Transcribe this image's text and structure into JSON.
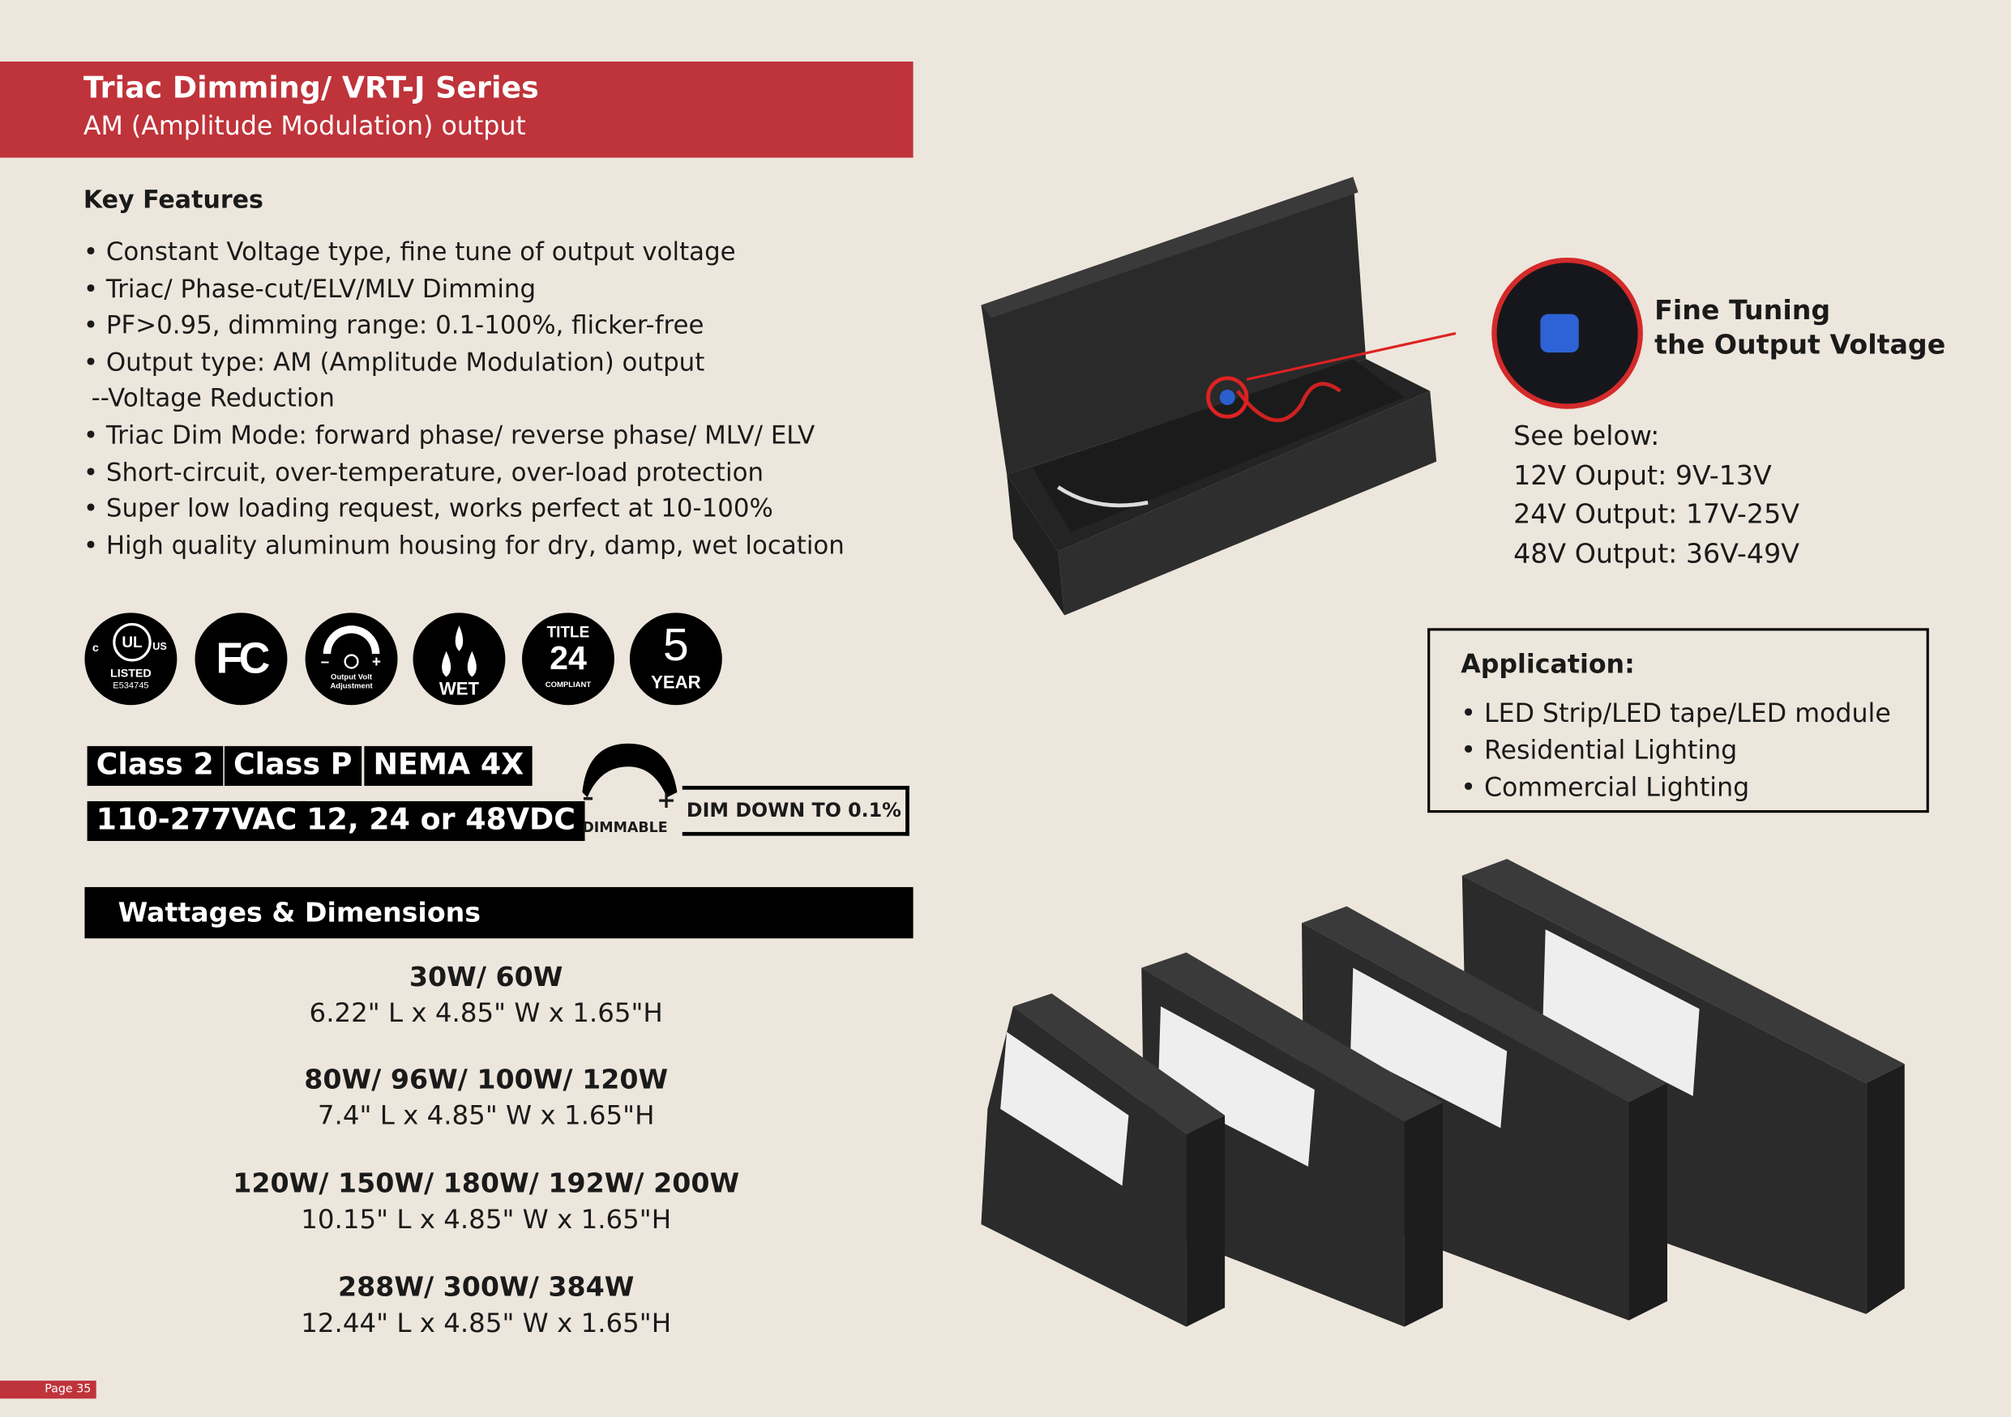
{
  "header": {
    "title": "Triac Dimming/ VRT-J Series",
    "subtitle": "AM (Amplitude Modulation) output"
  },
  "key_features": {
    "heading": "Key Features",
    "items": [
      "• Constant Voltage type, fine tune of output voltage",
      "• Triac/ Phase-cut/ELV/MLV Dimming",
      "• PF>0.95, dimming range: 0.1-100%, flicker-free",
      "• Output type: AM (Amplitude Modulation) output",
      " --Voltage Reduction",
      "• Triac Dim Mode: forward phase/ reverse phase/ MLV/ ELV",
      "• Short-circuit, over-temperature, over-load protection",
      "• Super low loading request, works perfect at 10-100%",
      "• High quality aluminum housing for dry, damp, wet location"
    ]
  },
  "certifications": {
    "ul": {
      "c": "c",
      "us": "US",
      "listed": "LISTED",
      "number": "E534745"
    },
    "fcc": "FC",
    "output_adj": {
      "label1": "Output Volt",
      "label2": "Adjustment"
    },
    "wet": "WET",
    "title24": {
      "top": "TITLE",
      "num": "24",
      "bottom": "COMPLIANT"
    },
    "warranty": {
      "num": "5",
      "label": "YEAR"
    }
  },
  "badges": [
    "Class 2",
    "Class P",
    "NEMA 4X",
    "110-277VAC",
    "12, 24 or 48VDC"
  ],
  "dimmable": {
    "label": "DIMMABLE",
    "minus": "–",
    "plus": "+",
    "dim_down": "DIM DOWN TO 0.1%"
  },
  "wattages": {
    "heading": "Wattages & Dimensions",
    "groups": [
      {
        "watts": "30W/ 60W",
        "dims": "6.22\" L x 4.85\" W x 1.65\"H"
      },
      {
        "watts": "80W/ 96W/ 100W/ 120W",
        "dims": "7.4\" L x 4.85\" W x 1.65\"H"
      },
      {
        "watts": "120W/ 150W/ 180W/ 192W/ 200W",
        "dims": "10.15\" L x 4.85\" W x 1.65\"H"
      },
      {
        "watts": "288W/ 300W/ 384W",
        "dims": "12.44\" L x 4.85\" W x 1.65\"H"
      }
    ]
  },
  "fine_tuning": {
    "line1": "Fine Tuning",
    "line2": "the Output Voltage"
  },
  "see_below": {
    "label": "See below:",
    "lines": [
      "12V Ouput: 9V-13V",
      "24V Output: 17V-25V",
      "48V Output: 36V-49V"
    ]
  },
  "application": {
    "heading": "Application:",
    "items": [
      "• LED Strip/LED tape/LED module",
      "• Residential Lighting",
      "• Commercial Lighting"
    ]
  },
  "page": "Page 35",
  "colors": {
    "brand_red": "#bf333a",
    "background": "#ede6dc"
  }
}
